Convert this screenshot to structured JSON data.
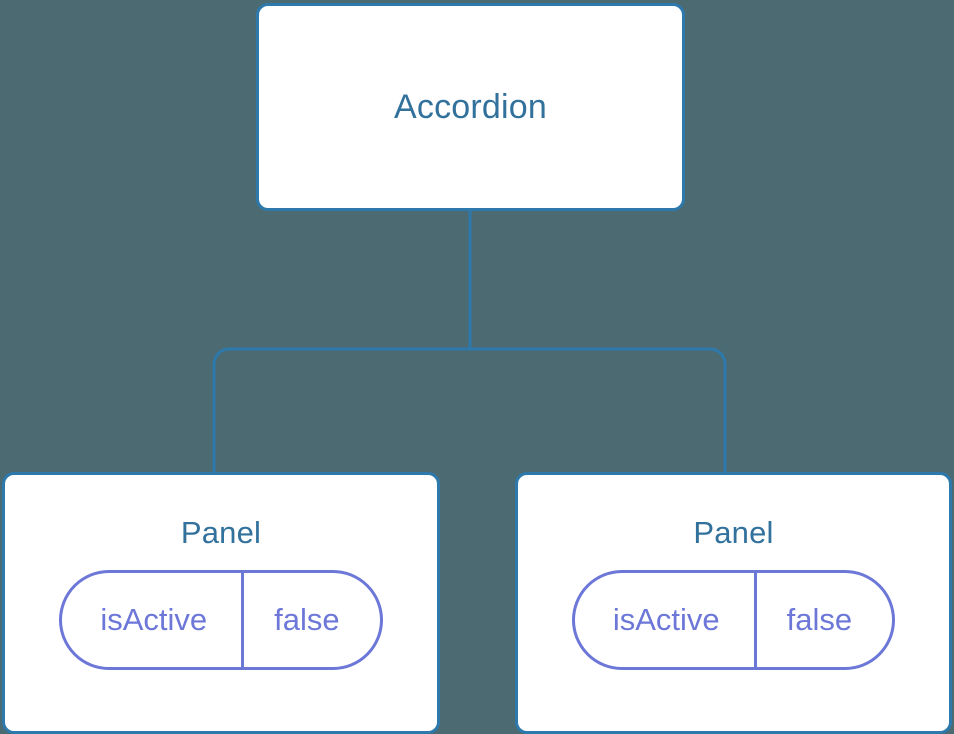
{
  "diagram": {
    "type": "component-tree",
    "background_color": "#4b6a72",
    "node_border_color": "#2e79ac",
    "node_title_color": "#31719c",
    "prop_color": "#6c77d8",
    "connector_color": "#2e79ac",
    "root": {
      "label": "Accordion"
    },
    "children": [
      {
        "label": "Panel",
        "props": [
          {
            "key": "isActive",
            "value": "false"
          }
        ]
      },
      {
        "label": "Panel",
        "props": [
          {
            "key": "isActive",
            "value": "false"
          }
        ]
      }
    ]
  }
}
